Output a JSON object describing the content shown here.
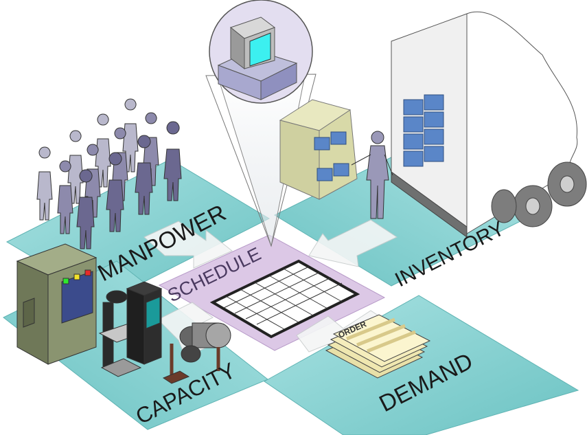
{
  "diagram": {
    "center": {
      "label": "SCHEDULE"
    },
    "quadrants": {
      "manpower": {
        "label": "MANPOWER"
      },
      "inventory": {
        "label": "INVENTORY"
      },
      "capacity": {
        "label": "CAPACITY"
      },
      "demand": {
        "label": "DEMAND"
      }
    },
    "document": {
      "label": "ORDER"
    },
    "colors": {
      "tile": "#7fcfcf",
      "tile_edge": "#5fb3b3",
      "schedule_tile": "#d9c4e3",
      "people": "#6b6890",
      "machine": "#7d876a",
      "boxes": "#5a86c8",
      "shelf": "#d8d9a8",
      "truck": "#ffffff"
    }
  }
}
